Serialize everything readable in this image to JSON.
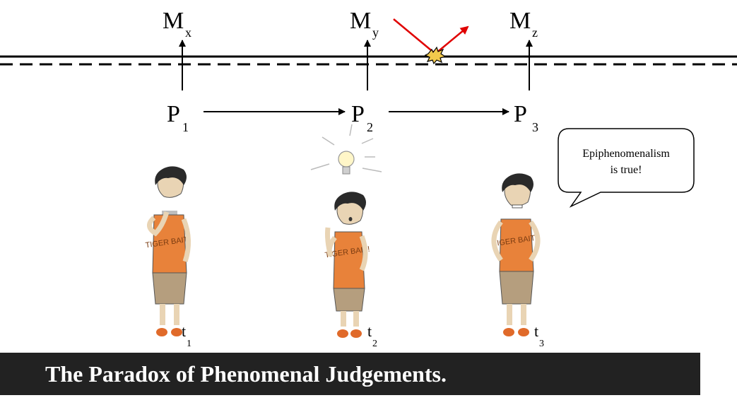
{
  "mental_states": [
    {
      "base": "M",
      "sub": "x"
    },
    {
      "base": "M",
      "sub": "y"
    },
    {
      "base": "M",
      "sub": "z"
    }
  ],
  "physical_states": [
    {
      "base": "P",
      "sub": "1"
    },
    {
      "base": "P",
      "sub": "2"
    },
    {
      "base": "P",
      "sub": "3"
    }
  ],
  "times": [
    {
      "base": "t",
      "sub": "1"
    },
    {
      "base": "t",
      "sub": "2"
    },
    {
      "base": "t",
      "sub": "3"
    }
  ],
  "speech_bubble": {
    "line1": "Epiphenomenalism",
    "line2": "is true!"
  },
  "shirt_text": "TIGER BAIT!",
  "title": "The Paradox of Phenomenal Judgements.",
  "colors": {
    "reflect_arrow": "#e00000",
    "shirt": "#e8823a",
    "shorts": "#b59e7e",
    "skin": "#e9d4b4",
    "hair": "#2a2a2a",
    "title_bar": "#222222",
    "title_text": "#ffffff"
  }
}
